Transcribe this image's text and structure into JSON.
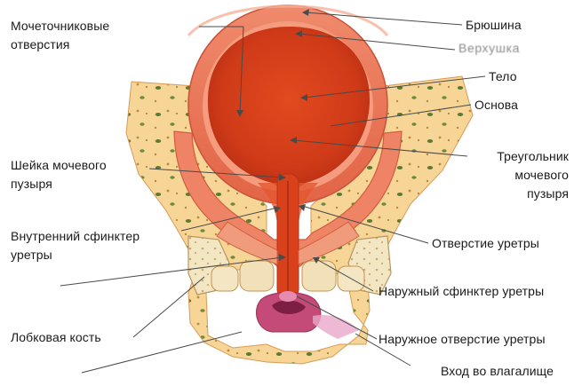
{
  "labels": {
    "left": {
      "ureteral_orifices": [
        "Мочеточниковые",
        "отверстия"
      ],
      "bladder_neck": [
        "Шейка мочевого",
        "пузыря"
      ],
      "internal_sphincter": [
        "Внутренний сфинктер",
        "уретры"
      ],
      "pubic_bone": "Лобковая кость"
    },
    "right": {
      "peritoneum": "Брюшина",
      "apex": "Верхушка",
      "body": "Тело",
      "fundus": "Основа",
      "trigone": [
        "Треугольник",
        "мочевого",
        "пузыря"
      ],
      "urethral_opening": "Отверстие уретры",
      "external_sphincter": "Наружный сфинктер уретры",
      "external_urethral_opening": "Наружное отверстие уретры",
      "vaginal_entrance": "Вход во влагалище"
    }
  },
  "colors": {
    "bladder_wall": "#e86a4a",
    "bladder_interior": "#d9401c",
    "fat_tissue": "#f4cf8a",
    "fat_dots": "#5f7d35",
    "muscle": "#ef8b6a",
    "leader_line": "#4a4a4a"
  }
}
